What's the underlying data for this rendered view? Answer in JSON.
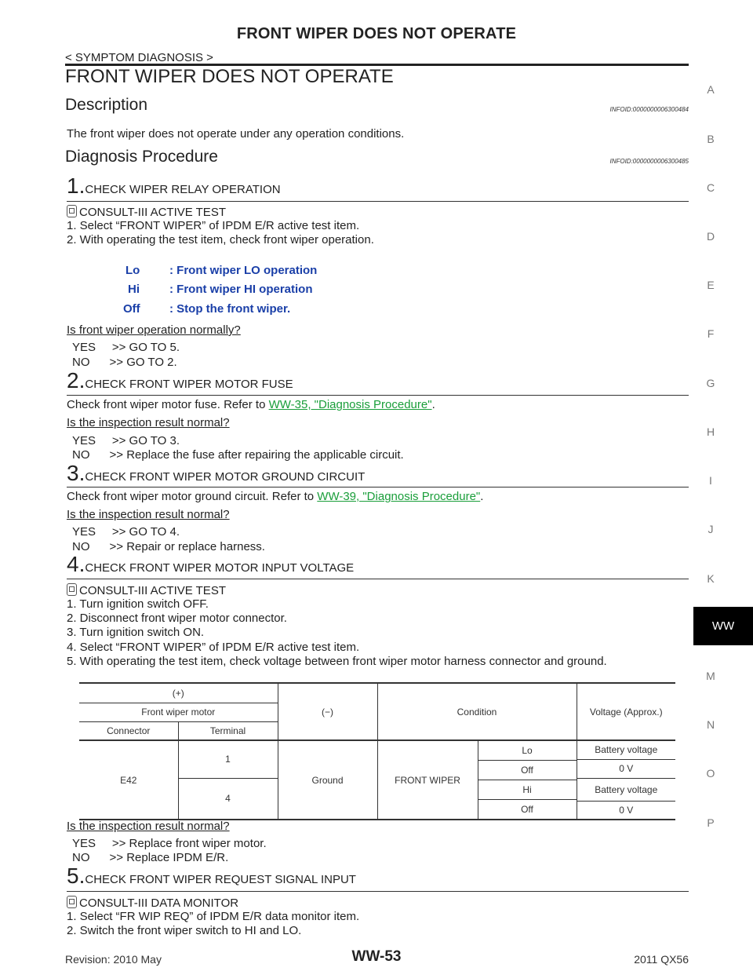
{
  "header": {
    "title": "FRONT WIPER DOES NOT OPERATE",
    "breadcrumb": "< SYMPTOM DIAGNOSIS >"
  },
  "page_title": "FRONT WIPER DOES NOT OPERATE",
  "description": {
    "heading": "Description",
    "infoid": "INFOID:0000000006300484",
    "text": "The front wiper does not operate under any operation conditions."
  },
  "diag": {
    "heading": "Diagnosis Procedure",
    "infoid": "INFOID:0000000006300485"
  },
  "step1": {
    "num": "1.",
    "title": "CHECK WIPER RELAY OPERATION",
    "consult": "CONSULT-III ACTIVE TEST",
    "line1": "1.   Select “FRONT WIPER” of IPDM E/R active test item.",
    "line2": "2.   With operating the test item, check front wiper operation.",
    "spec": [
      {
        "key": "Lo",
        "val": ": Front wiper LO operation"
      },
      {
        "key": "Hi",
        "val": ": Front wiper HI operation"
      },
      {
        "key": "Off",
        "val": ": Stop the front wiper."
      }
    ],
    "question": "Is front wiper operation normally?",
    "yes": "YES     >> GO TO 5.",
    "no": "NO      >> GO TO 2."
  },
  "step2": {
    "num": "2.",
    "title": "CHECK FRONT WIPER MOTOR FUSE",
    "text_pre": "Check front wiper motor fuse. Refer to ",
    "link": "WW-35, \"Diagnosis Procedure\"",
    "text_post": ".",
    "question": "Is the inspection result normal?",
    "yes": "YES     >> GO TO 3.",
    "no": "NO      >> Replace the fuse after repairing the applicable circuit."
  },
  "step3": {
    "num": "3.",
    "title": "CHECK FRONT WIPER MOTOR GROUND CIRCUIT",
    "text_pre": "Check front wiper motor ground circuit. Refer to ",
    "link": "WW-39, \"Diagnosis Procedure\"",
    "text_post": ".",
    "question": "Is the inspection result normal?",
    "yes": "YES     >> GO TO 4.",
    "no": "NO      >> Repair or replace harness."
  },
  "step4": {
    "num": "4.",
    "title": "CHECK FRONT WIPER MOTOR INPUT VOLTAGE",
    "consult": "CONSULT-III ACTIVE TEST",
    "lines": [
      "1.   Turn ignition switch OFF.",
      "2.   Disconnect front wiper motor connector.",
      "3.   Turn ignition switch ON.",
      "4.   Select “FRONT WIPER” of IPDM E/R active test item.",
      "5.   With operating the test item, check voltage between front wiper motor harness connector and ground."
    ],
    "table": {
      "plus": "(+)",
      "motor": "Front wiper motor",
      "connector_h": "Connector",
      "terminal_h": "Terminal",
      "minus": "(−)",
      "condition_h": "Condition",
      "voltage_h": "Voltage (Approx.)",
      "connector": "E42",
      "term1": "1",
      "term4": "4",
      "ground": "Ground",
      "front_wiper": "FRONT WIPER",
      "rows": [
        {
          "cond": "Lo",
          "volt": "Battery voltage"
        },
        {
          "cond": "Off",
          "volt": "0 V"
        },
        {
          "cond": "Hi",
          "volt": "Battery voltage"
        },
        {
          "cond": "Off",
          "volt": "0 V"
        }
      ]
    },
    "question": "Is the inspection result normal?",
    "yes": "YES     >> Replace front wiper motor.",
    "no": "NO      >> Replace IPDM E/R."
  },
  "step5": {
    "num": "5.",
    "title": "CHECK FRONT WIPER REQUEST SIGNAL INPUT",
    "consult": "CONSULT-III DATA MONITOR",
    "line1": "1.   Select “FR WIP REQ” of IPDM E/R data monitor item.",
    "line2": "2.   Switch the front wiper switch to HI and LO."
  },
  "side_index": [
    "A",
    "B",
    "C",
    "D",
    "E",
    "F",
    "G",
    "H",
    "I",
    "J",
    "K",
    "M",
    "N",
    "O",
    "P"
  ],
  "side_tab": "WW",
  "footer": {
    "revision": "Revision: 2010 May",
    "page": "WW-53",
    "model": "2011 QX56"
  }
}
